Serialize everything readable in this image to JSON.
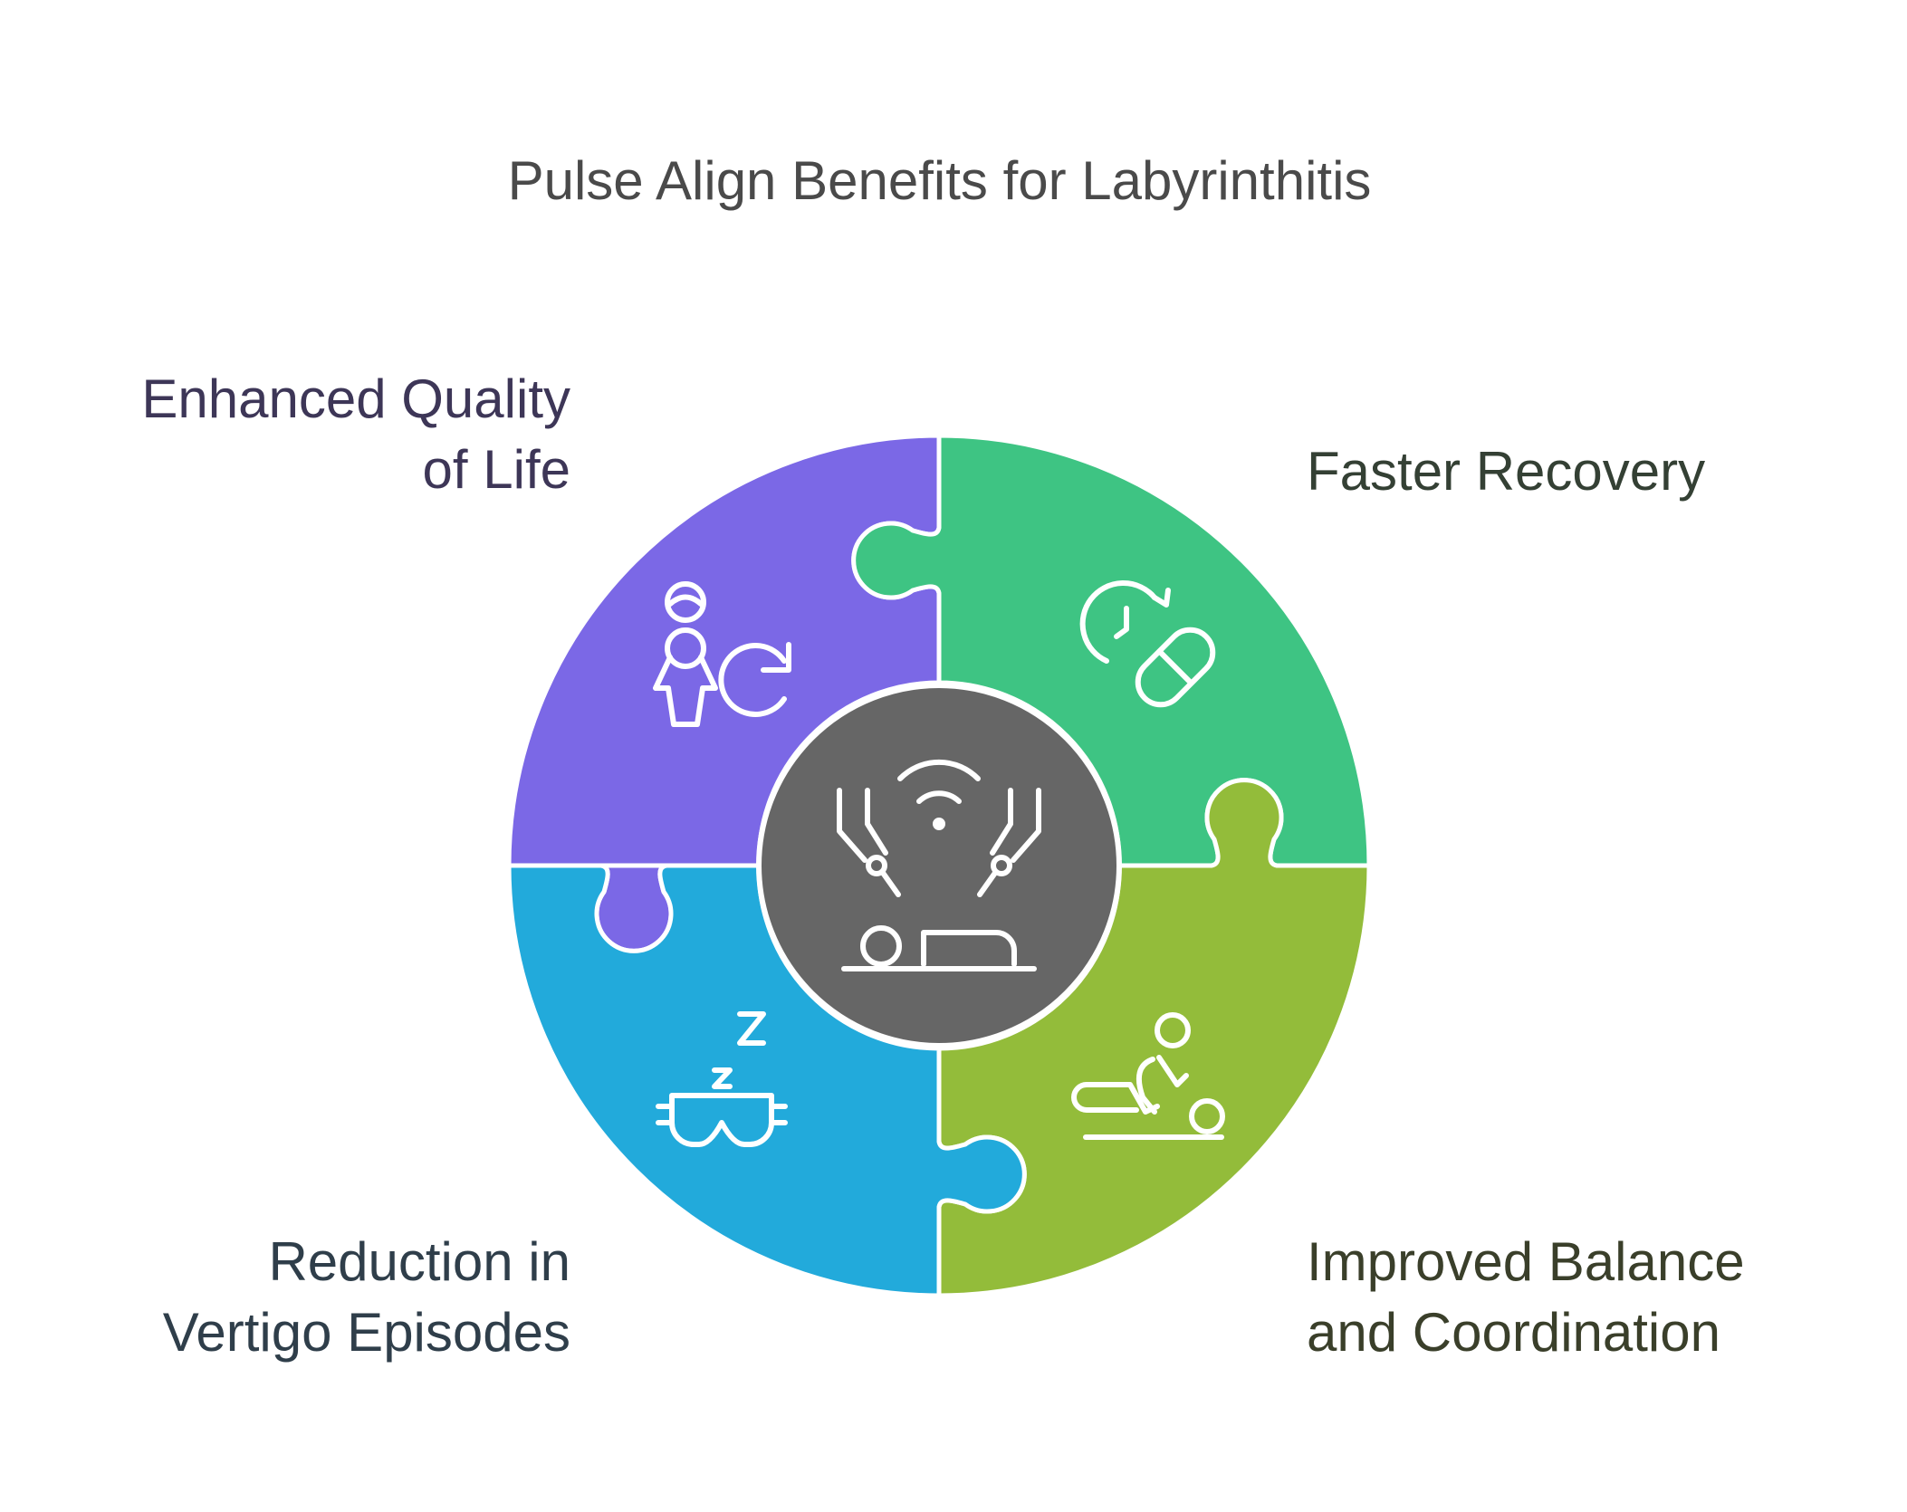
{
  "title": "Pulse Align Benefits for Labyrinthitis",
  "center": {
    "icon": "surgical-robot-icon",
    "color": "#666666"
  },
  "segments": [
    {
      "id": "top-left",
      "label_lines": [
        "Enhanced Quality",
        "of Life"
      ],
      "icon": "person-renewal-icon",
      "color": "#7B68E6"
    },
    {
      "id": "top-right",
      "label_lines": [
        "Faster Recovery"
      ],
      "icon": "clock-pill-icon",
      "color": "#3EC483"
    },
    {
      "id": "bottom-left",
      "label_lines": [
        "Reduction in",
        "Vertigo Episodes"
      ],
      "icon": "sleep-mask-icon",
      "color": "#22AADB"
    },
    {
      "id": "bottom-right",
      "label_lines": [
        "Improved Balance",
        "and Coordination"
      ],
      "icon": "physiotherapy-icon",
      "color": "#93BC3A"
    }
  ]
}
